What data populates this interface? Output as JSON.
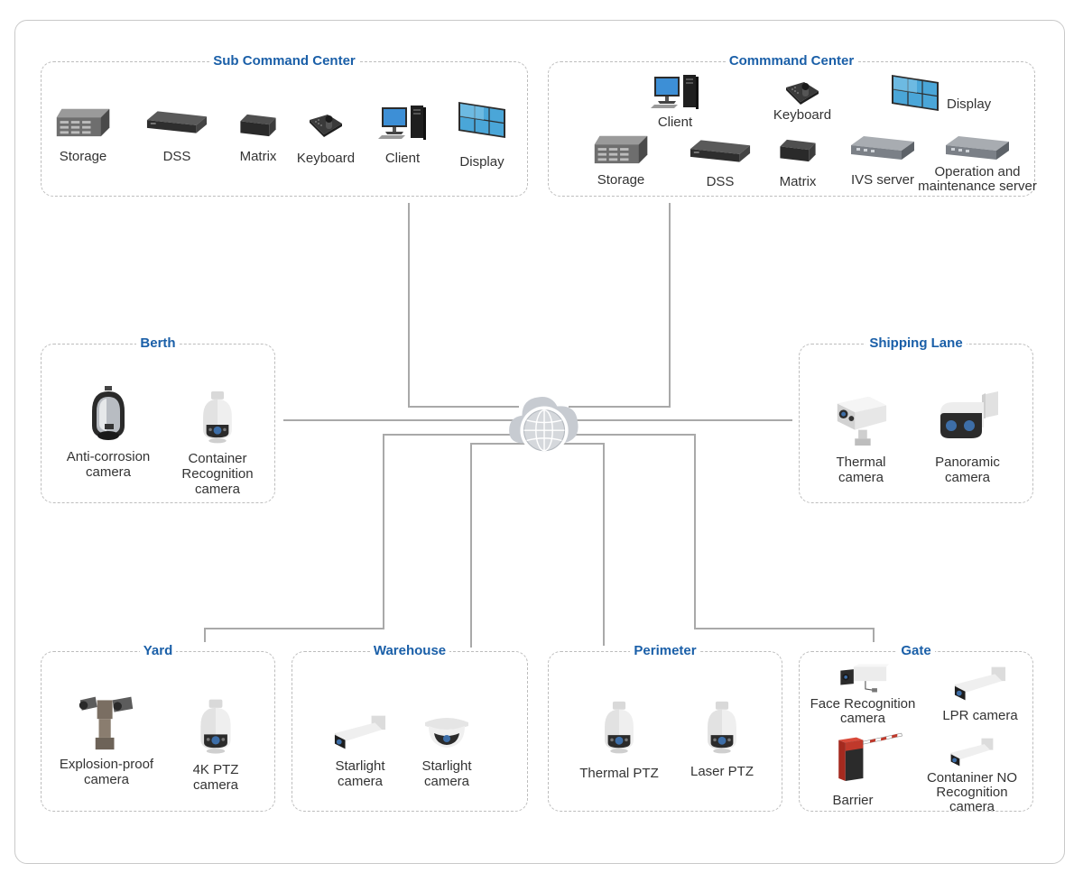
{
  "groups": {
    "sub_command_center": {
      "title": "Sub Command Center",
      "devices": [
        "Storage",
        "DSS",
        "Matrix",
        "Keyboard",
        "Client",
        "Display"
      ]
    },
    "command_center": {
      "title": "Commmand Center",
      "devices": [
        "Client",
        "Keyboard",
        "Display",
        "Storage",
        "DSS",
        "Matrix",
        "IVS server",
        "Operation and\nmaintenance server"
      ]
    },
    "berth": {
      "title": "Berth",
      "devices": [
        "Anti-corrosion\ncamera",
        "Container\nRecognition\ncamera"
      ]
    },
    "shipping_lane": {
      "title": "Shipping Lane",
      "devices": [
        "Thermal\ncamera",
        "Panoramic\ncamera"
      ]
    },
    "yard": {
      "title": "Yard",
      "devices": [
        "Explosion-proof\ncamera",
        "4K PTZ\ncamera"
      ]
    },
    "warehouse": {
      "title": "Warehouse",
      "devices": [
        "Starlight\ncamera",
        "Starlight\ncamera"
      ]
    },
    "perimeter": {
      "title": "Perimeter",
      "devices": [
        "Thermal PTZ",
        "Laser PTZ"
      ]
    },
    "gate": {
      "title": "Gate",
      "devices": [
        "Face Recognition\ncamera",
        "LPR camera",
        "Barrier",
        "Contaniner NO\nRecognition\ncamera"
      ]
    }
  },
  "colors": {
    "title": "#1a5fa8",
    "line": "#a9a9a9",
    "cloud": "#c7cbd1",
    "barrier": "#c0392b"
  },
  "icons": {
    "hub": "cloud-network-icon"
  }
}
